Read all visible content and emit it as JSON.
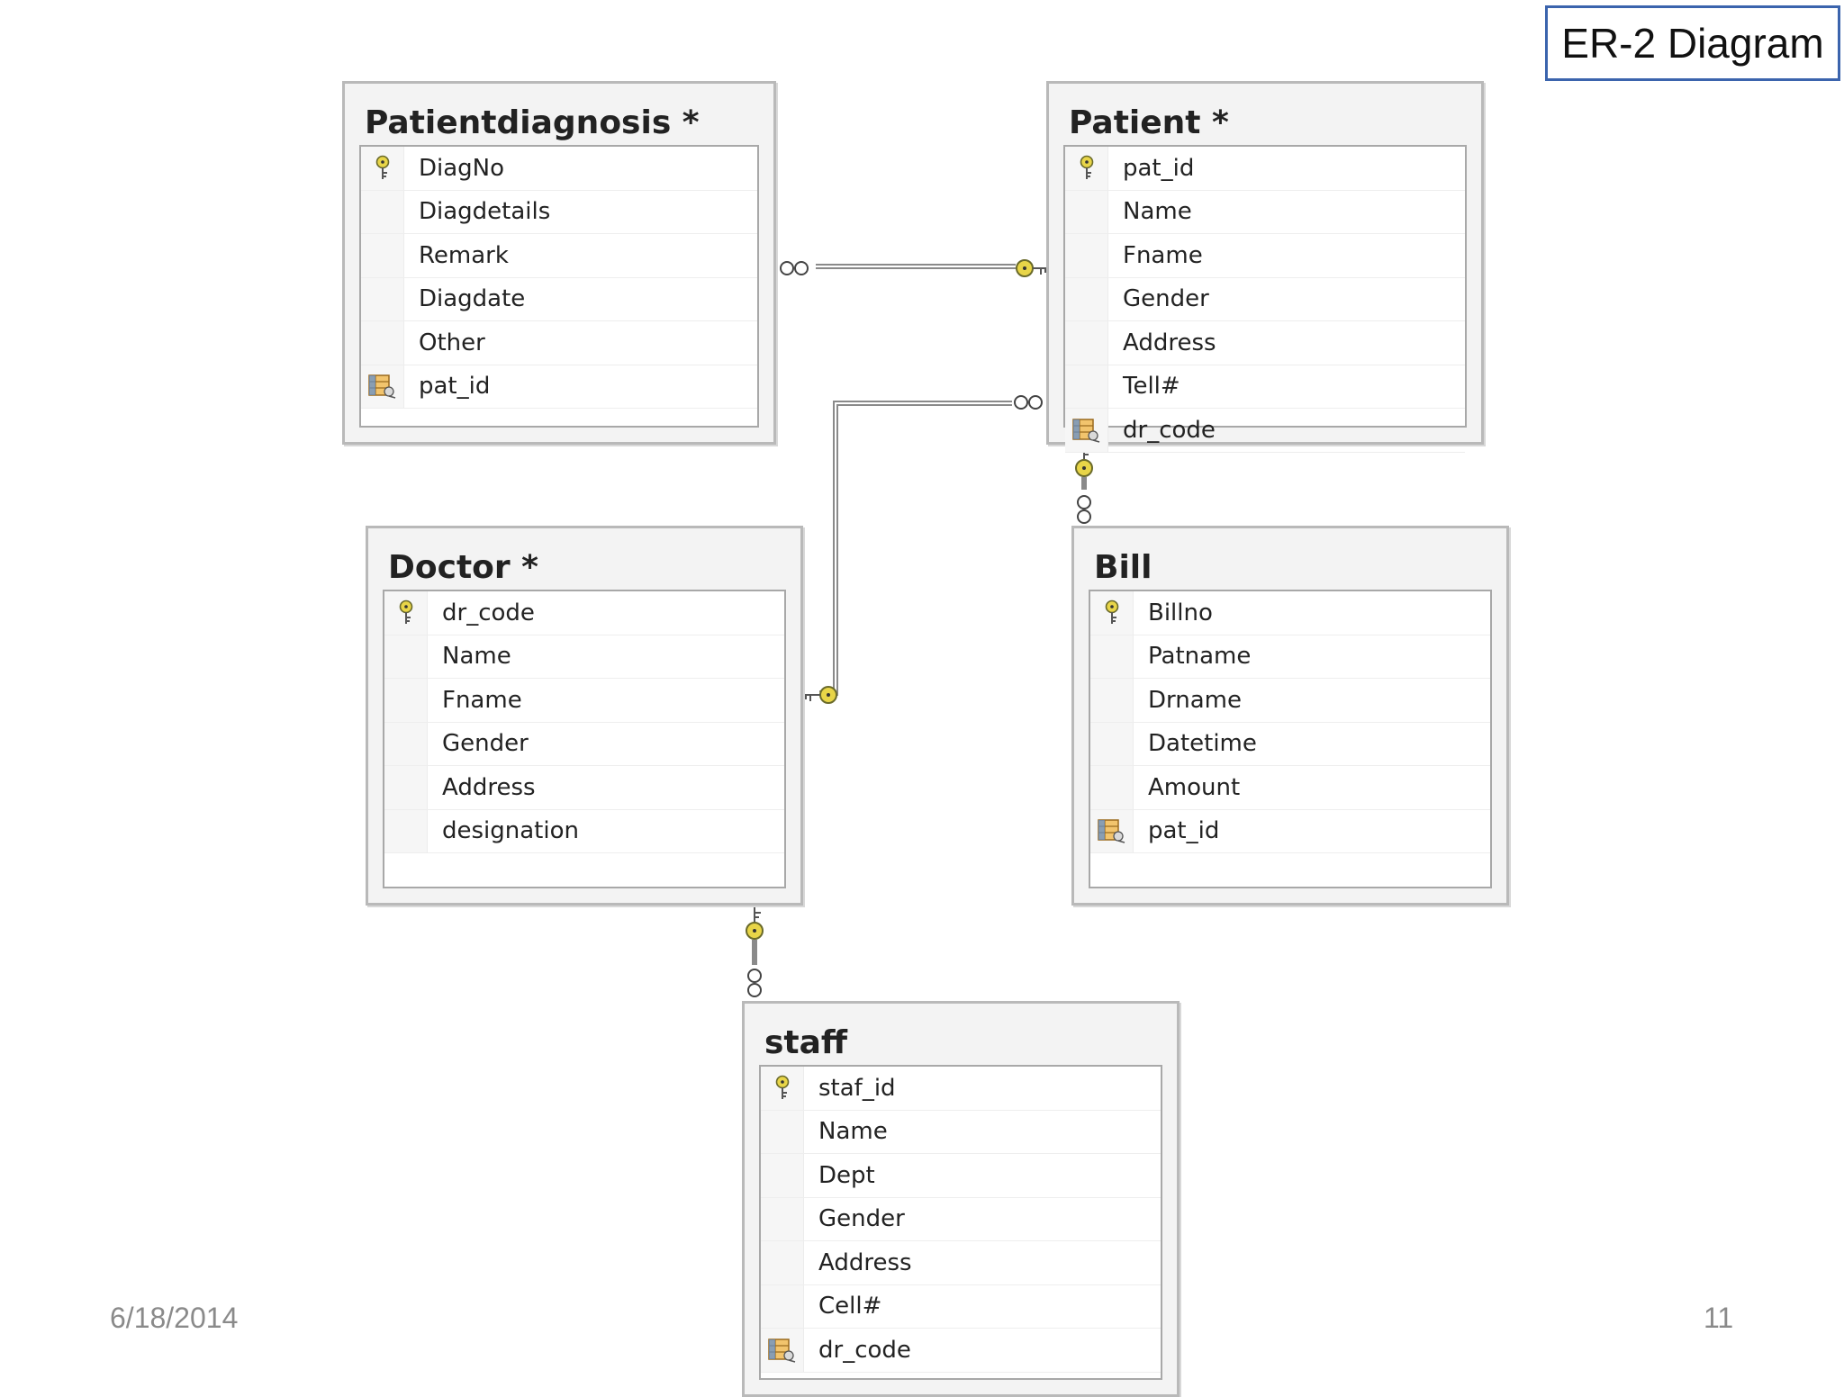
{
  "slide": {
    "title": "ER-2 Diagram",
    "date": "6/18/2014",
    "page_number": "11"
  },
  "colors": {
    "title_border": "#3b64ad",
    "key_icon": "#d8c43a",
    "fk_icon": "#c88a2e",
    "table_border": "#b9b9b9"
  },
  "tables": [
    {
      "id": "patientdiagnosis",
      "name": "Patientdiagnosis *",
      "columns": [
        {
          "name": "DiagNo",
          "icon": "primary-key-icon"
        },
        {
          "name": "Diagdetails",
          "icon": ""
        },
        {
          "name": "Remark",
          "icon": ""
        },
        {
          "name": "Diagdate",
          "icon": ""
        },
        {
          "name": "Other",
          "icon": ""
        },
        {
          "name": "pat_id",
          "icon": "foreign-key-icon"
        }
      ]
    },
    {
      "id": "patient",
      "name": "Patient *",
      "columns": [
        {
          "name": "pat_id",
          "icon": "primary-key-icon"
        },
        {
          "name": "Name",
          "icon": ""
        },
        {
          "name": "Fname",
          "icon": ""
        },
        {
          "name": "Gender",
          "icon": ""
        },
        {
          "name": "Address",
          "icon": ""
        },
        {
          "name": "Tell#",
          "icon": ""
        },
        {
          "name": "dr_code",
          "icon": "foreign-key-icon"
        }
      ]
    },
    {
      "id": "doctor",
      "name": "Doctor *",
      "columns": [
        {
          "name": "dr_code",
          "icon": "primary-key-icon"
        },
        {
          "name": "Name",
          "icon": ""
        },
        {
          "name": "Fname",
          "icon": ""
        },
        {
          "name": "Gender",
          "icon": ""
        },
        {
          "name": "Address",
          "icon": ""
        },
        {
          "name": "designation",
          "icon": ""
        }
      ]
    },
    {
      "id": "bill",
      "name": "Bill",
      "columns": [
        {
          "name": "Billno",
          "icon": "primary-key-icon"
        },
        {
          "name": "Patname",
          "icon": ""
        },
        {
          "name": "Drname",
          "icon": ""
        },
        {
          "name": "Datetime",
          "icon": ""
        },
        {
          "name": "Amount",
          "icon": ""
        },
        {
          "name": "pat_id",
          "icon": "foreign-key-icon"
        }
      ]
    },
    {
      "id": "staff",
      "name": "staff",
      "columns": [
        {
          "name": "staf_id",
          "icon": "primary-key-icon"
        },
        {
          "name": "Name",
          "icon": ""
        },
        {
          "name": "Dept",
          "icon": ""
        },
        {
          "name": "Gender",
          "icon": ""
        },
        {
          "name": "Address",
          "icon": ""
        },
        {
          "name": "Cell#",
          "icon": ""
        },
        {
          "name": "dr_code",
          "icon": "foreign-key-icon"
        }
      ]
    }
  ],
  "relationships": [
    {
      "from": "patientdiagnosis",
      "to": "patient",
      "many_end": "patientdiagnosis",
      "one_end": "patient"
    },
    {
      "from": "patient",
      "to": "doctor",
      "many_end": "patient",
      "one_end": "doctor"
    },
    {
      "from": "bill",
      "to": "patient",
      "many_end": "bill",
      "one_end": "patient"
    },
    {
      "from": "staff",
      "to": "doctor",
      "many_end": "staff",
      "one_end": "doctor"
    }
  ]
}
